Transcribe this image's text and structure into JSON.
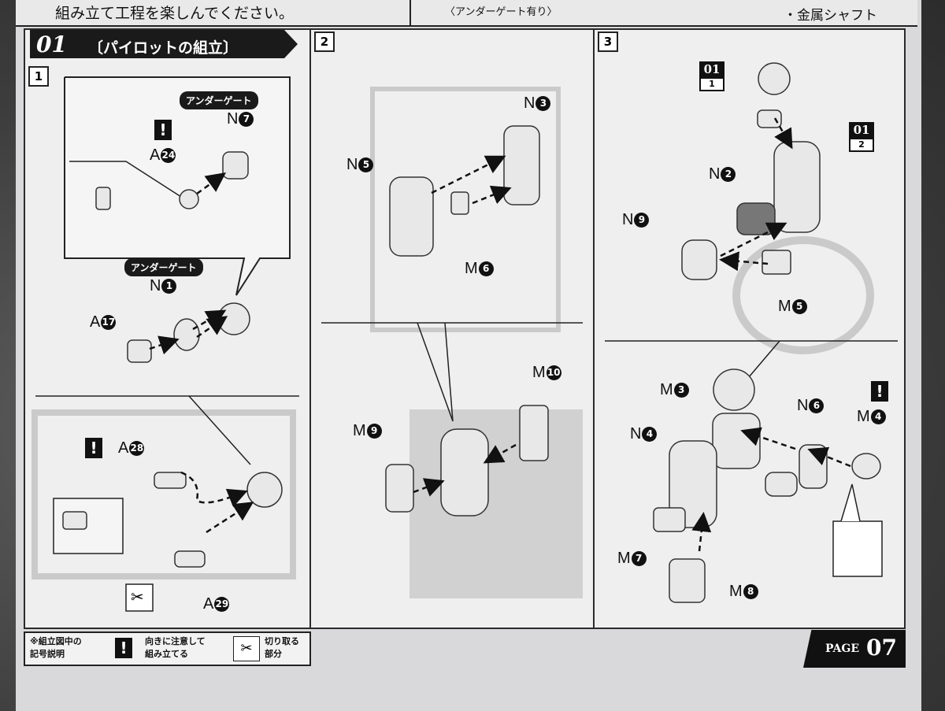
{
  "header": {
    "left_text": "組み立て工程を楽しんでください。",
    "mid_text": "〈アンダーゲート有り〉",
    "right_text": "・金属シャフト"
  },
  "section": {
    "number": "01",
    "title": "〔パイロットの組立〕"
  },
  "steps": {
    "s1": "1",
    "s2": "2",
    "s3": "3"
  },
  "panel1": {
    "badge_top": "アンダーゲート",
    "badge_mid": "アンダーゲート",
    "warn1": "!",
    "warn2": "!",
    "parts": [
      {
        "letter": "N",
        "num": "7"
      },
      {
        "letter": "A",
        "num": "24"
      },
      {
        "letter": "N",
        "num": "1"
      },
      {
        "letter": "A",
        "num": "17"
      },
      {
        "letter": "A",
        "num": "28"
      },
      {
        "letter": "A",
        "num": "29"
      }
    ]
  },
  "panel2": {
    "parts": [
      {
        "letter": "N",
        "num": "3"
      },
      {
        "letter": "N",
        "num": "5"
      },
      {
        "letter": "M",
        "num": "6"
      },
      {
        "letter": "M",
        "num": "10"
      },
      {
        "letter": "M",
        "num": "9"
      }
    ]
  },
  "panel3": {
    "ref1": {
      "top": "01",
      "bottom": "1"
    },
    "ref2": {
      "top": "01",
      "bottom": "2"
    },
    "warn": "!",
    "parts": [
      {
        "letter": "N",
        "num": "2"
      },
      {
        "letter": "N",
        "num": "9"
      },
      {
        "letter": "M",
        "num": "5"
      },
      {
        "letter": "M",
        "num": "3"
      },
      {
        "letter": "N",
        "num": "6"
      },
      {
        "letter": "M",
        "num": "4"
      },
      {
        "letter": "N",
        "num": "4"
      },
      {
        "letter": "M",
        "num": "7"
      },
      {
        "letter": "M",
        "num": "8"
      }
    ]
  },
  "legend": {
    "heading_line1": "※組立図中の",
    "heading_line2": "記号説明",
    "item1_line1": "向きに注意して",
    "item1_line2": "組み立てる",
    "item2_line1": "切り取る",
    "item2_line2": "部分",
    "warn": "!"
  },
  "footer": {
    "page_label": "PAGE",
    "page_number": "07"
  }
}
